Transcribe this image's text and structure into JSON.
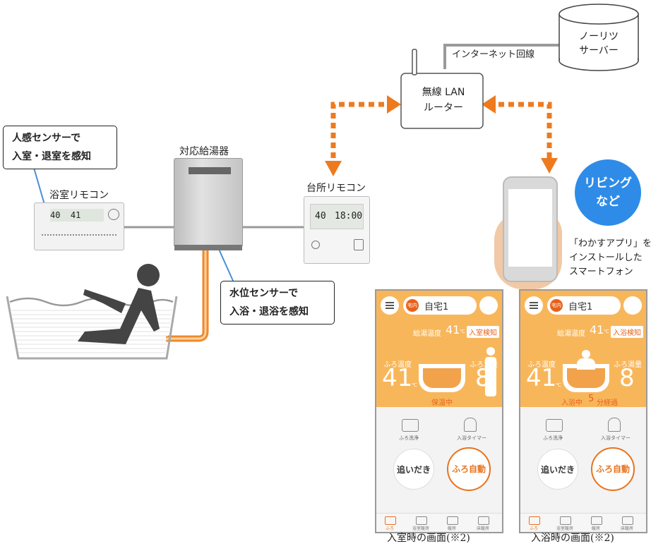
{
  "labels": {
    "internet_line": "インターネット回線",
    "noritz_server": "ノーリツ\nサーバー",
    "router": "無線 LAN\nルーター",
    "water_heater": "対応給湯器",
    "bath_remote": "浴室リモコン",
    "kitchen_remote": "台所リモコン",
    "living": "リビング\nなど",
    "smartphone_caption": "「わかすアプリ」を\nインストールした\nスマートフォン",
    "caption_left": "入室時の画面(※2)",
    "caption_right": "入浴時の画面(※2)"
  },
  "callouts": {
    "human_sensor": "人感センサーで\n入室・退室を感知",
    "water_sensor": "水位センサーで\n入浴・退浴を感知"
  },
  "devices": {
    "bath_remote_display": "40  41",
    "kitchen_remote_temp": "40",
    "kitchen_remote_time": "18:00"
  },
  "phones": [
    {
      "home_tag": "宅内",
      "home_name": "自宅1",
      "supply_label": "給湯温度",
      "supply_value": "41",
      "unit_c": "℃",
      "status_badge": "入室検知",
      "bath_temp_label": "ふろ温度",
      "bath_temp_value": "41",
      "bath_level_label": "ふろ湯量",
      "bath_level_value": "8",
      "status_line": "保温中",
      "status_minutes": "",
      "status_elapsed": "",
      "wash_label": "ふろ洗浄",
      "timer_label": "入浴タイマー",
      "reheat_label": "追いだき",
      "auto_label": "ふろ自動",
      "nav": [
        "ふろ",
        "浴室暖房",
        "暖房",
        "床暖房"
      ]
    },
    {
      "home_tag": "宅内",
      "home_name": "自宅1",
      "supply_label": "給湯温度",
      "supply_value": "41",
      "unit_c": "℃",
      "status_badge": "入浴検知",
      "bath_temp_label": "ふろ温度",
      "bath_temp_value": "41",
      "bath_level_label": "ふろ湯量",
      "bath_level_value": "8",
      "status_line": "入浴中",
      "status_minutes": "5",
      "status_elapsed": "分経過",
      "wash_label": "ふろ洗浄",
      "timer_label": "入浴タイマー",
      "reheat_label": "追いだき",
      "auto_label": "ふろ自動",
      "nav": [
        "ふろ",
        "浴室暖房",
        "暖房",
        "床暖房"
      ]
    }
  ],
  "colors": {
    "accent_orange": "#e8731c",
    "phone_orange": "#f8b65a",
    "living_blue": "#2e8ce8"
  }
}
